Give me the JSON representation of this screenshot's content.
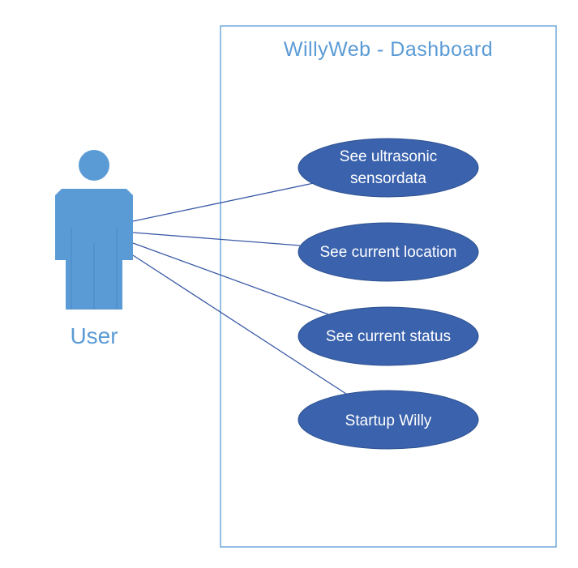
{
  "system": {
    "title": "WillyWeb - Dashboard"
  },
  "actor": {
    "label": "User",
    "icon": "person-icon"
  },
  "use_cases": [
    {
      "label_line1": "See ultrasonic",
      "label_line2": "sensordata"
    },
    {
      "label_line1": "See current location",
      "label_line2": ""
    },
    {
      "label_line1": "See current status",
      "label_line2": ""
    },
    {
      "label_line1": "Startup Willy",
      "label_line2": ""
    }
  ],
  "colors": {
    "actor": "#5b9bd5",
    "boundary": "#5b9bd5",
    "use_case_fill": "#3a62ad",
    "use_case_stroke": "#2f528f",
    "association": "#3a5aa6",
    "title_text": "#5b9bd5"
  }
}
